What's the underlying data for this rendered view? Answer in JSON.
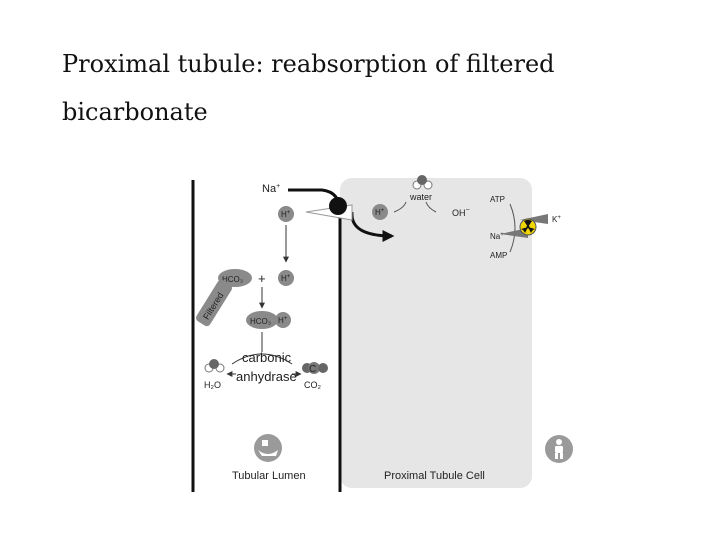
{
  "slide": {
    "title_line1": "Proximal tubule: reabsorption of filtered",
    "title_line2": "bicarbonate"
  },
  "diagram": {
    "lumen_label": "Tubular Lumen",
    "cell_label": "Proximal Tubule Cell",
    "na_label": "Na",
    "na_superscript": "+",
    "h_label": "H",
    "h_superscript": "+",
    "water_label": "water",
    "oh_label": "OH",
    "oh_superscript": "−",
    "atp_label": "ATP",
    "amp_label": "AMP",
    "k_label": "K",
    "na_pump_label": "Na",
    "hco3_label": "HCO₃",
    "hco3_superscript": "−",
    "plus_sign": "+",
    "filtered_label": "Filtered",
    "hco3_h_label": "HCO₃",
    "carbonic_label": "carbonic",
    "anhydrase_label": "anhydrase",
    "h2o_label": "H₂O",
    "co2_symbol": "C",
    "co2_label": "CO₂",
    "colors": {
      "cell_fill": "#e6e6e6",
      "membrane": "#111111",
      "molecule_gray": "#8a8a8a",
      "pump_yellow": "#f2d600"
    },
    "icons": [
      "toilet-icon",
      "person-icon",
      "radiation-icon"
    ]
  }
}
